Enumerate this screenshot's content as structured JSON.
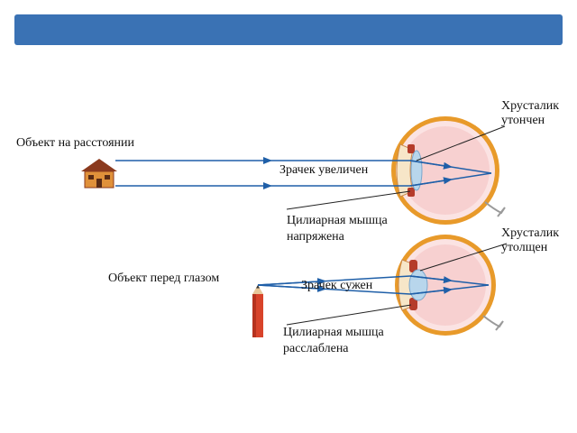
{
  "labels": {
    "far_object": "Объект на расстоянии",
    "pupil_dilated": "Зрачек увеличен",
    "lens_thin_1": "Хрусталик",
    "lens_thin_2": "утончен",
    "ciliary_tense_1": "Цилиарная мышца",
    "ciliary_tense_2": "напряжена",
    "near_object": "Объект перед глазом",
    "pupil_constricted": "Зрачек сужен",
    "lens_thick_1": "Хрусталик",
    "lens_thick_2": "утолщен",
    "ciliary_relaxed_1": "Цилиарная мышца",
    "ciliary_relaxed_2": "расслаблена"
  },
  "colors": {
    "banner": "#3a72b4",
    "ray": "#1f5fa8",
    "eye_outer": "#e89a2a",
    "eye_inner": "#fbe3e3",
    "muscle": "#b53b2a",
    "lens": "#b8d6ec",
    "house_wall": "#e0913a",
    "house_roof": "#8b3a1e",
    "pencil": "#d8432a"
  }
}
